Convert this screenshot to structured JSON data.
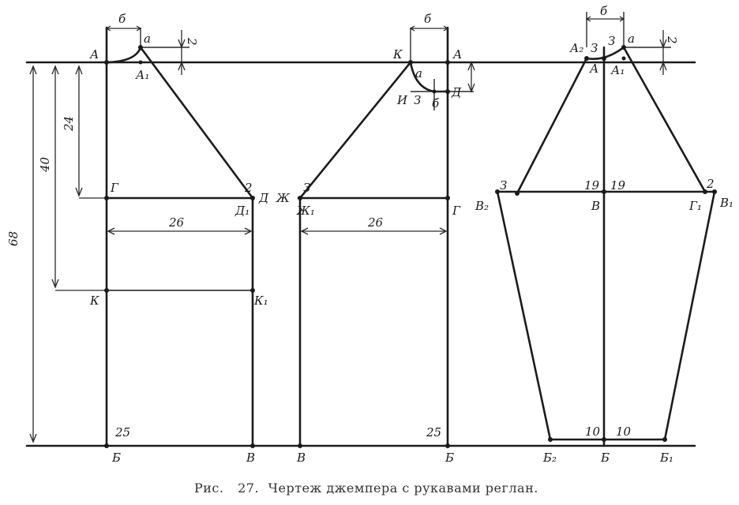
{
  "caption": {
    "fig": "Рис.",
    "number": "27.",
    "text": "Чертеж джемпера с рукавами реглан."
  },
  "back": {
    "points": {
      "A": "А",
      "a": "а",
      "A1": "А₁",
      "G": "Г",
      "D": "Д",
      "D1": "Д₁",
      "two": "2",
      "K": "К",
      "K1": "К₁",
      "B": "Б",
      "V": "В"
    },
    "dims": {
      "b": "б",
      "two": "2",
      "d24": "24",
      "d40": "40",
      "d68": "68",
      "d26": "26",
      "d25": "25"
    }
  },
  "front": {
    "points": {
      "K": "К",
      "A": "А",
      "a": "а",
      "I": "И",
      "Z": "З",
      "b": "б",
      "D": "Д",
      "Zh": "Ж",
      "Z2": "З",
      "Zh1": "Ж₁",
      "G": "Г",
      "V": "В",
      "B": "Б"
    },
    "dims": {
      "b": "б",
      "d26": "26",
      "d25": "25"
    }
  },
  "sleeve": {
    "points": {
      "A2": "А₂",
      "Z1": "З",
      "Z2": "З",
      "a": "а",
      "A": "А",
      "A1": "А₁",
      "Zl": "З",
      "two": "2",
      "V2": "В₂",
      "V": "В",
      "G1": "Г₁",
      "V1": "В₁",
      "B2": "Б₂",
      "B": "Б",
      "B1": "Б₁"
    },
    "dims": {
      "b": "б",
      "two": "2",
      "n19a": "19",
      "n19b": "19",
      "n10a": "10",
      "n10b": "10"
    }
  }
}
